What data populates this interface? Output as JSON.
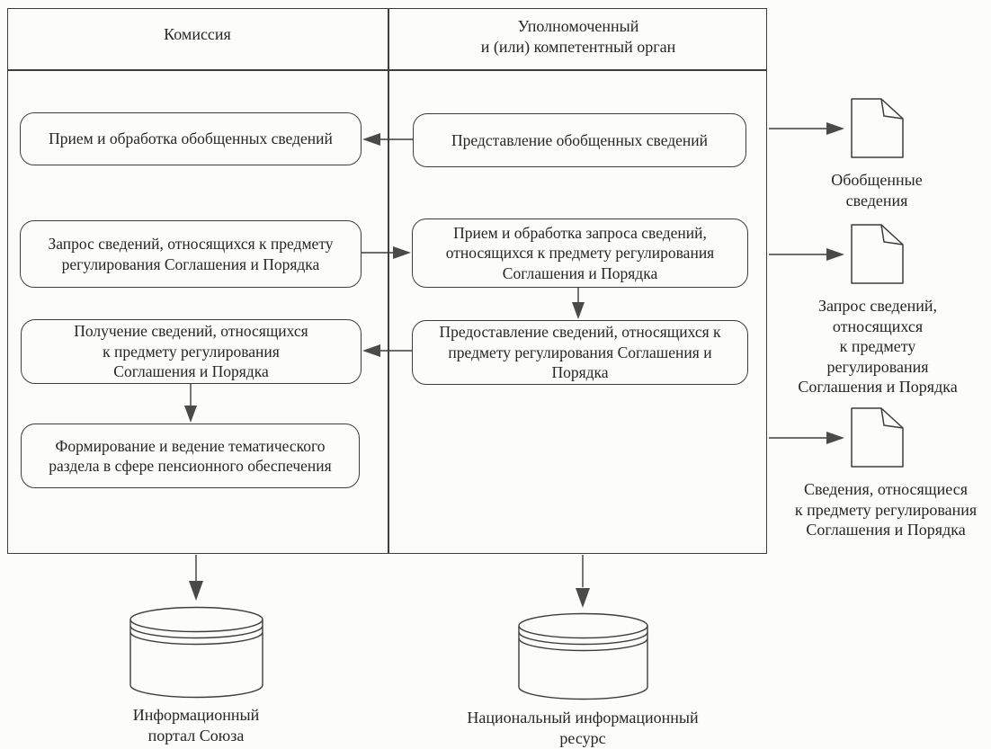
{
  "table": {
    "columns": [
      {
        "header": "Комиссия"
      },
      {
        "header": "Уполномоченный\nи (или) компетентный орган"
      }
    ]
  },
  "boxes": {
    "receive_summary": "Прием и обработка обобщенных сведений",
    "submit_summary": "Представление обобщенных сведений",
    "request_info": "Запрос сведений, относящихся к предмету\nрегулирования Соглашения и Порядка",
    "process_request": "Прием и обработка запроса сведений,\nотносящихся к предмету регулирования\nСоглашения и Порядка",
    "receive_info": "Получение сведений, относящихся\nк предмету регулирования\nСоглашения и Порядка",
    "provide_info": "Предоставление сведений, относящихся к\nпредмету регулирования Соглашения и\nПорядка",
    "maintain_section": "Формирование и ведение тематического\nраздела в сфере пенсионного обеспечения"
  },
  "documents": [
    {
      "label": "Обобщенные\nсведения"
    },
    {
      "label": "Запрос сведений,\nотносящихся\nк предмету\nрегулирования\nСоглашения и Порядка"
    },
    {
      "label": "Сведения, относящиеся\nк предмету регулирования\nСоглашения и Порядка"
    }
  ],
  "databases": [
    {
      "label": "Информационный\nпортал Союза"
    },
    {
      "label": "Национальный информационный\nресурс"
    }
  ],
  "colors": {
    "line": "#3d3d3d",
    "text": "#262626",
    "background": "#fcfcfa"
  }
}
